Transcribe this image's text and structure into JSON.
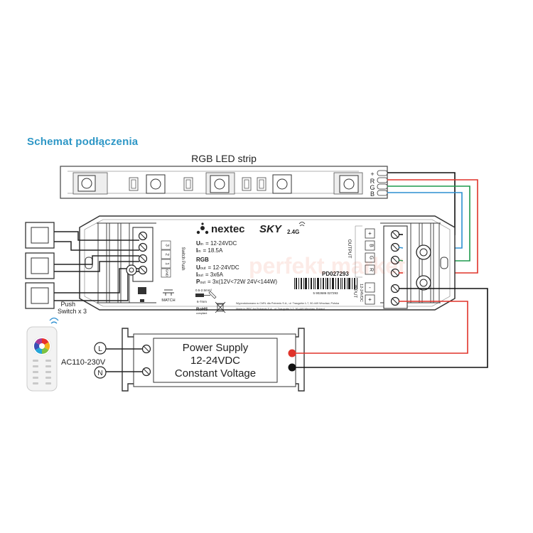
{
  "title": "Schemat podłączenia",
  "strip": {
    "label": "RGB LED strip",
    "pins": [
      "+",
      "R",
      "G",
      "B"
    ]
  },
  "controller": {
    "brand": "nextec",
    "model": "SKY",
    "freq": "2.4G",
    "spec_uin": "U",
    "spec_uin_sub": "in",
    "spec_uin_val": "= 12-24VDC",
    "spec_iin": "I",
    "spec_iin_sub": "in",
    "spec_iin_val": "= 18.5A",
    "mode": "RGB",
    "spec_uout": "U",
    "spec_uout_sub": "out",
    "spec_uout_val": "= 12-24VDC",
    "spec_iout": "I",
    "spec_iout_sub": "out",
    "spec_iout_val": "= 3x6A",
    "spec_pout": "P",
    "spec_pout_sub": "out",
    "spec_pout_val": "= 3x(12V<72W 24V<144W)",
    "part_no": "PD027293",
    "barcode_digits": "5 902686 027293",
    "output_label": "OUTPUT",
    "output_pins": [
      "+",
      "B",
      "G",
      "R"
    ],
    "input_label": "INPUT",
    "input_voltage": "12-24VDC",
    "input_pins": [
      "-",
      "+"
    ],
    "switch_push": "Switch Push",
    "switch_pins": [
      "3",
      "2",
      "1",
      "GND"
    ],
    "match_label": "MATCH",
    "wire_size": "0.5-2.5mm²",
    "strip_len": "6-7mm",
    "rohs": "RoHS",
    "rohs_sub": "compliant",
    "footer_1": "Wyprodukowano w ChRL dla Polnexis S.A., ul. Traugutta 1-7, 50-449 Wrocław, Polska",
    "footer_2": "Made in PRC for Polnexis S.A., ul. Traugutta 1-7, 50-449 Wrocław, Poland"
  },
  "watermark": "perfekt market",
  "push_switch": {
    "label_1": "Push",
    "label_2": "Switch x 3"
  },
  "power_supply": {
    "line_1": "Power Supply",
    "line_2": "12-24VDC",
    "line_3": "Constant Voltage"
  },
  "mains": {
    "label": "AC110-230V",
    "l": "L",
    "n": "N"
  },
  "colors": {
    "title": "#2e97c6",
    "wire_red": "#e0332a",
    "wire_green": "#1f9a4e",
    "wire_blue": "#2d8fd0",
    "wire_black": "#111111"
  }
}
